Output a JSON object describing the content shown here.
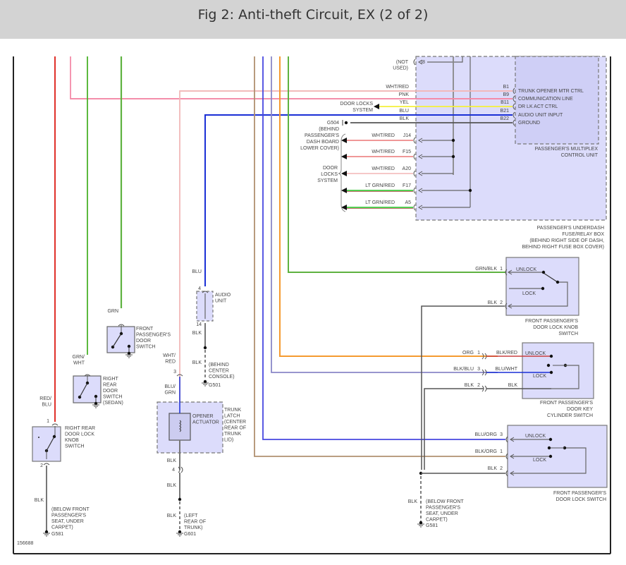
{
  "header": {
    "title": "Fig 2: Anti-theft Circuit, EX (2 of 2)"
  },
  "figure_id": "156688",
  "multiplex": {
    "title": [
      "PASSENGER'S MULTIPLEX",
      "CONTROL UNIT"
    ],
    "pins": [
      {
        "pin": "B1",
        "wire": "WHT/RED",
        "function": "TRUNK OPENER MTR CTRL",
        "color": "#f2b8b8"
      },
      {
        "pin": "B9",
        "wire": "PNK",
        "function": "COMMUNICATION LINE",
        "color": "#f48aa8"
      },
      {
        "pin": "B11",
        "wire": "YEL",
        "function": "DR LK ACT CTRL",
        "color": "#f5f03a"
      },
      {
        "pin": "B21",
        "wire": "BLU",
        "function": "AUDIO UNIT INPUT",
        "color": "#1a2fd6"
      },
      {
        "pin": "B22",
        "wire": "BLK",
        "function": "GROUND",
        "color": "#555555"
      }
    ],
    "door_locks_system_label": [
      "DOOR LOCKS",
      "SYSTEM"
    ]
  },
  "fuse_box": {
    "title": [
      "PASSENGER'S UNDERDASH",
      "FUSE/RELAY BOX",
      "(BEHIND RIGHT SIDE OF DASH,",
      "BEHIND RIGHT FUSE BOX COVER)"
    ],
    "not_used": {
      "label": [
        "(NOT",
        "USED)"
      ],
      "pin": "I8"
    },
    "outputs": [
      {
        "pin": "J14",
        "wire": "WHT/RED",
        "color": "#ee8a8a"
      },
      {
        "pin": "F15",
        "wire": "WHT/RED",
        "color": "#ee8a8a"
      },
      {
        "pin": "A20",
        "wire": "WHT/RED",
        "color": "#f4c0c0"
      },
      {
        "pin": "F17",
        "wire": "LT GRN/RED",
        "color": "#3cc83c"
      },
      {
        "pin": "A5",
        "wire": "LT GRN/RED",
        "color": "#3cc83c"
      }
    ],
    "door_locks_label": [
      "DOOR",
      "LOCKS",
      "SYSTEM"
    ]
  },
  "g504": {
    "name": "G504",
    "location": [
      "(BEHIND",
      "PASSENGER'S",
      "DASH BOARD",
      "LOWER COVER)"
    ]
  },
  "knob_switch": {
    "title": [
      "FRONT PASSENGER'S",
      "DOOR LOCK KNOB",
      "SWITCH"
    ],
    "pins": [
      {
        "wire": "GRN/BLK",
        "pin": "1"
      },
      {
        "wire": "BLK",
        "pin": "2"
      }
    ],
    "positions": [
      "UNLOCK",
      "LOCK"
    ]
  },
  "key_switch": {
    "title": [
      "FRONT PASSENGER'S",
      "DOOR KEY",
      "CYLINDER SWITCH"
    ],
    "pins": [
      {
        "wire": "ORG",
        "pin": "1",
        "inner": "BLK/RED"
      },
      {
        "wire": "BLK/BLU",
        "pin": "3",
        "inner": "BLU/WHT"
      },
      {
        "wire": "BLK",
        "pin": "2",
        "inner": "BLK"
      }
    ],
    "positions": [
      "UNLOCK",
      "LOCK"
    ]
  },
  "lock_switch": {
    "title": [
      "FRONT PASSENGER'S",
      "DOOR LOCK SWITCH"
    ],
    "pins": [
      {
        "wire": "BLU/ORG",
        "pin": "3"
      },
      {
        "wire": "BLK/ORG",
        "pin": "1"
      },
      {
        "wire": "BLK",
        "pin": "2"
      }
    ],
    "positions": [
      "UNLOCK",
      "LOCK"
    ]
  },
  "g581_right": {
    "wire": "BLK",
    "name": "G581",
    "location": [
      "(BELOW FRONT",
      "PASSENGER'S",
      "SEAT, UNDER",
      "CARPET)"
    ]
  },
  "audio_unit": {
    "title": [
      "AUDIO",
      "UNIT"
    ],
    "wire_in": "BLU",
    "pin_in": "4",
    "pin_out": "14",
    "wire_out": "BLK",
    "wire_ground": "BLK",
    "ground": "G501",
    "location": [
      "(BEHIND",
      "CENTER",
      "CONSOLE)"
    ]
  },
  "trunk_latch": {
    "title": [
      "TRUNK",
      "LATCH",
      "(CENTER",
      "REAR OF",
      "TRUNK",
      "LID)"
    ],
    "actuator": [
      "OPENER",
      "ACTUATOR"
    ],
    "wire_top": [
      "WHT/",
      "RED"
    ],
    "pin_top": "3",
    "wire_in": [
      "BLU/",
      "GRN"
    ],
    "wire_out": "BLK",
    "pin_out": "4",
    "wire_mid": "BLK",
    "wire_ground": "BLK",
    "ground": "G601",
    "location": [
      "(LEFT",
      "REAR OF",
      "TRUNK)"
    ]
  },
  "door_switch": {
    "title": [
      "FRONT",
      "PASSENGER'S",
      "DOOR",
      "SWITCH"
    ],
    "wire": "GRN"
  },
  "rear_door_switch": {
    "title": [
      "RIGHT",
      "REAR",
      "DOOR",
      "SWITCH",
      "(SEDAN)"
    ],
    "wire": [
      "GRN/",
      "WHT"
    ]
  },
  "rear_knob_switch": {
    "title": [
      "RIGHT REAR",
      "DOOR LOCK",
      "KNOB",
      "SWITCH"
    ],
    "wire_in": [
      "RED/",
      "BLU"
    ],
    "pin_in": "1",
    "pin_out": "2",
    "wire_out": "BLK",
    "ground": "G581",
    "location": [
      "(BELOW FRONT",
      "PASSENGER'S",
      "SEAT, UNDER",
      "CARPET)"
    ]
  }
}
